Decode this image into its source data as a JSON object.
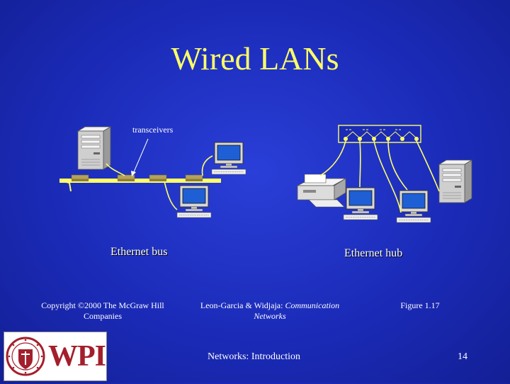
{
  "slide": {
    "title": "Wired LANs",
    "page_number": "14",
    "footer_center": "Networks: Introduction"
  },
  "diagram": {
    "transceivers_label": "transceivers",
    "bus_label": "Ethernet bus",
    "hub_label": "Ethernet hub"
  },
  "footer": {
    "copyright": "Copyright ©2000 The McGraw Hill Companies",
    "citation_authors": "Leon-Garcia & Widjaja:",
    "citation_title": "Communication Networks",
    "figure": "Figure 1.17"
  },
  "logo": {
    "text": "WPI"
  },
  "colors": {
    "title": "#ffff66",
    "text": "#ffffff",
    "cable": "#ffff66",
    "logo_red": "#a31f2c"
  }
}
